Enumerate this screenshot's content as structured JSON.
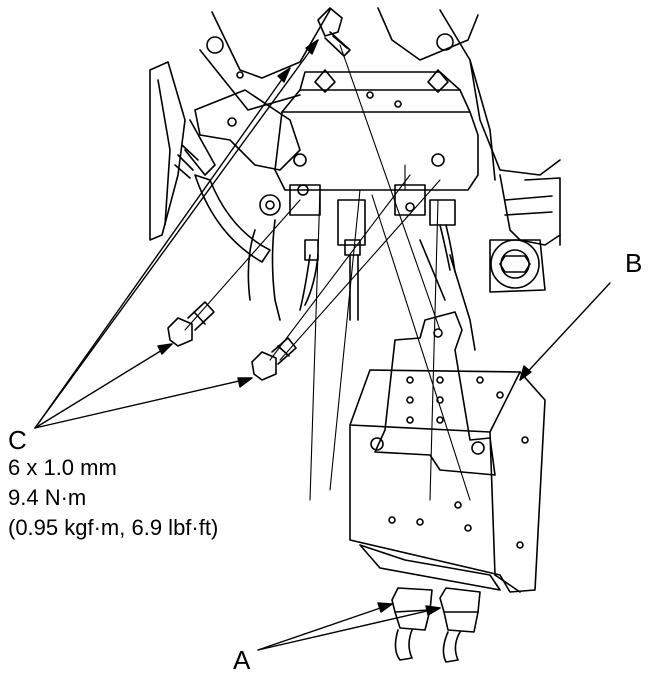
{
  "callouts": {
    "a": "A",
    "b": "B",
    "c": "C"
  },
  "fastener_spec": {
    "size": "6 x 1.0 mm",
    "torque_nm": "9.4 N·m",
    "torque_alt": "(0.95 kgf·m, 6.9 lbf·ft)"
  },
  "colors": {
    "ink": "#000000",
    "paper": "#ffffff"
  }
}
